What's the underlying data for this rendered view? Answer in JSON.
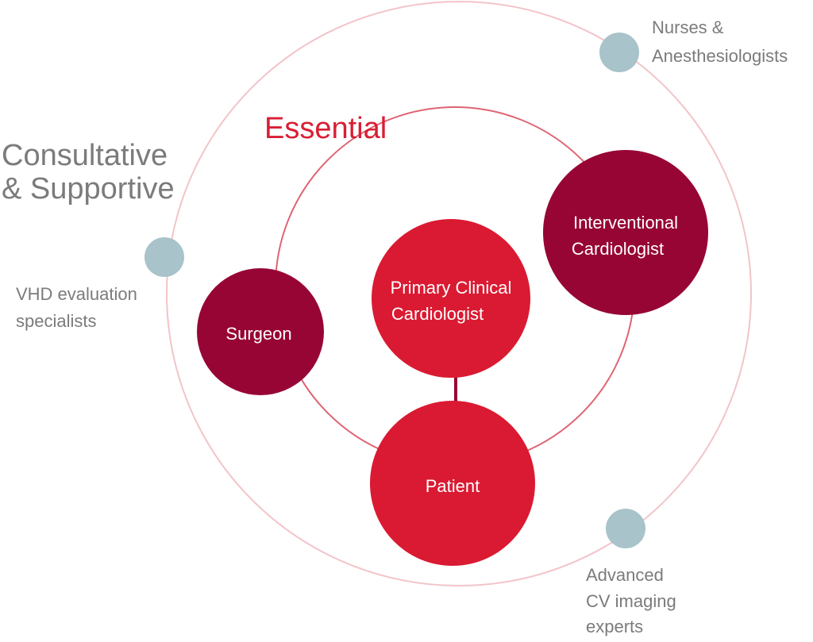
{
  "colors": {
    "outer_ring": "#f2c4c9",
    "inner_ring": "#de6472",
    "dark_node": "#970535",
    "bright_node": "#da1a32",
    "satellite": "#a8c3c9",
    "outer_label": "#7b7b7b",
    "inner_label": "#d81e34",
    "node_text": "#ffffff",
    "satellite_text": "#7b7b7b"
  },
  "rings": {
    "outer_label_line1": "Consultative",
    "outer_label_line2": "& Supportive",
    "inner_label": "Essential"
  },
  "nodes": {
    "surgeon": "Surgeon",
    "interventional_line1": "Interventional",
    "interventional_line2": "Cardiologist",
    "primary_line1": "Primary Clinical",
    "primary_line2": "Cardiologist",
    "patient": "Patient"
  },
  "satellites": {
    "nurses_line1": "Nurses &",
    "nurses_line2": "Anesthesiologists",
    "vhd_line1": "VHD evaluation",
    "vhd_line2": "specialists",
    "imaging_line1": "Advanced",
    "imaging_line2": "CV imaging",
    "imaging_line3": "experts"
  }
}
